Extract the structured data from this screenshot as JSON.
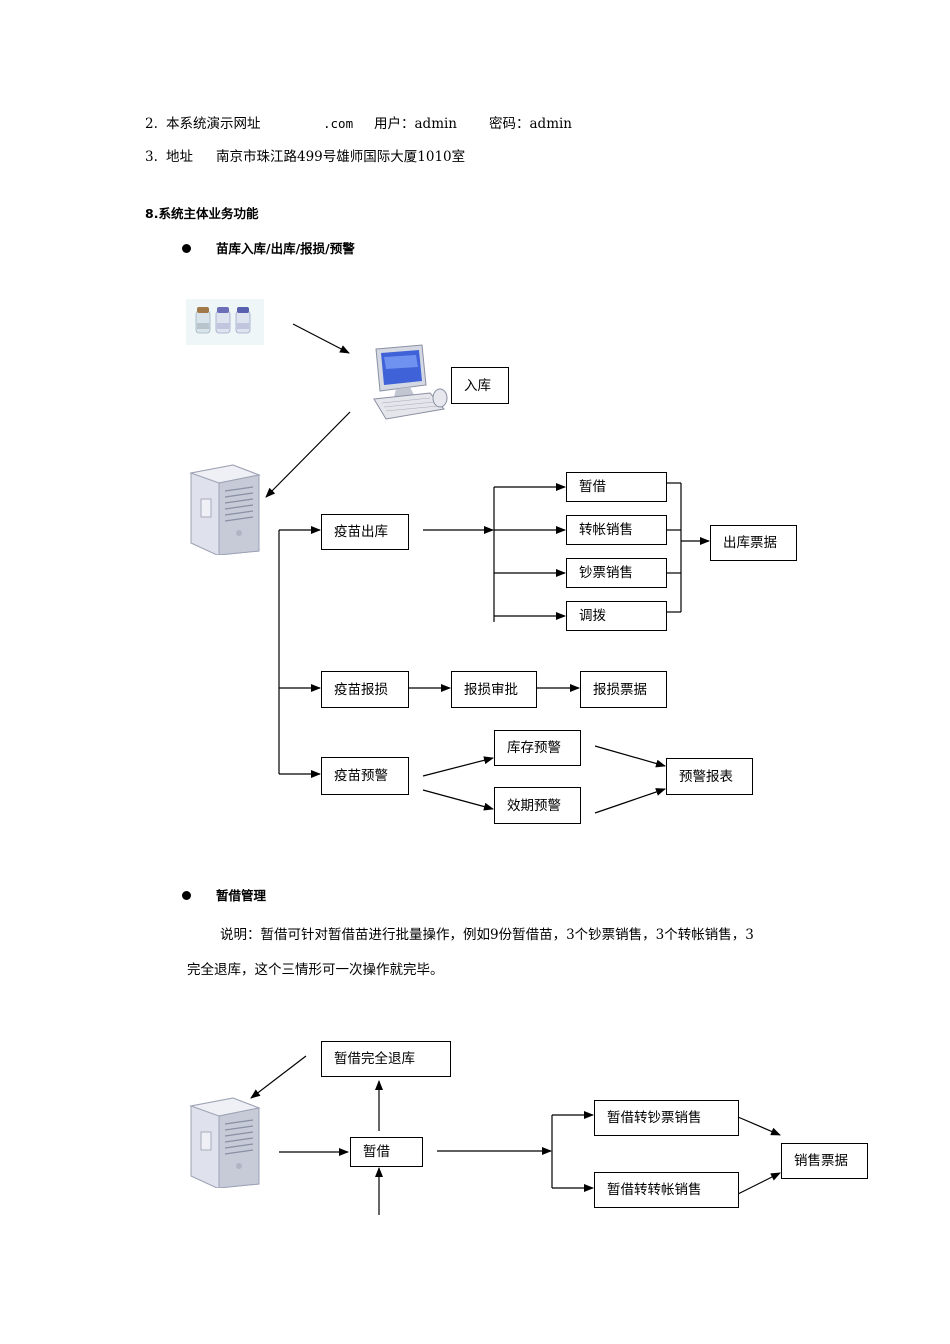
{
  "header": {
    "line2_num": "2.",
    "line2_label": "本系统演示网址",
    "line2_domain": ".com",
    "line2_user": "用户：admin",
    "line2_pwd": "密码：admin",
    "line3_num": "3.",
    "line3_label": "地址",
    "line3_addr": "南京市珠江路499号雄师国际大厦1010室"
  },
  "section8": {
    "title": "8.系统主体业务功能",
    "bullet1": "苗库入库/出库/报损/预警",
    "bullet2": "暂借管理",
    "desc_line1": "说明：暂借可针对暂借苗进行批量操作，例如9份暂借苗，3个钞票销售，3个转帐销售，3",
    "desc_line2": "完全退库，这个三情形可一次操作就完毕。"
  },
  "diagram1": {
    "inbound": "入库",
    "outbound": "疫苗出库",
    "loan": "暂借",
    "transfer_sale": "转帐销售",
    "cash_sale": "钞票销售",
    "allocation": "调拨",
    "out_receipt": "出库票据",
    "damage": "疫苗报损",
    "damage_approve": "报损审批",
    "damage_receipt": "报损票据",
    "alert": "疫苗预警",
    "stock_alert": "库存预警",
    "expiry_alert": "效期预警",
    "alert_report": "预警报表"
  },
  "diagram2": {
    "full_return": "暂借完全退库",
    "loan": "暂借",
    "to_cash_sale": "暂借转钞票销售",
    "to_transfer_sale": "暂借转转帐销售",
    "sale_receipt": "销售票据"
  }
}
